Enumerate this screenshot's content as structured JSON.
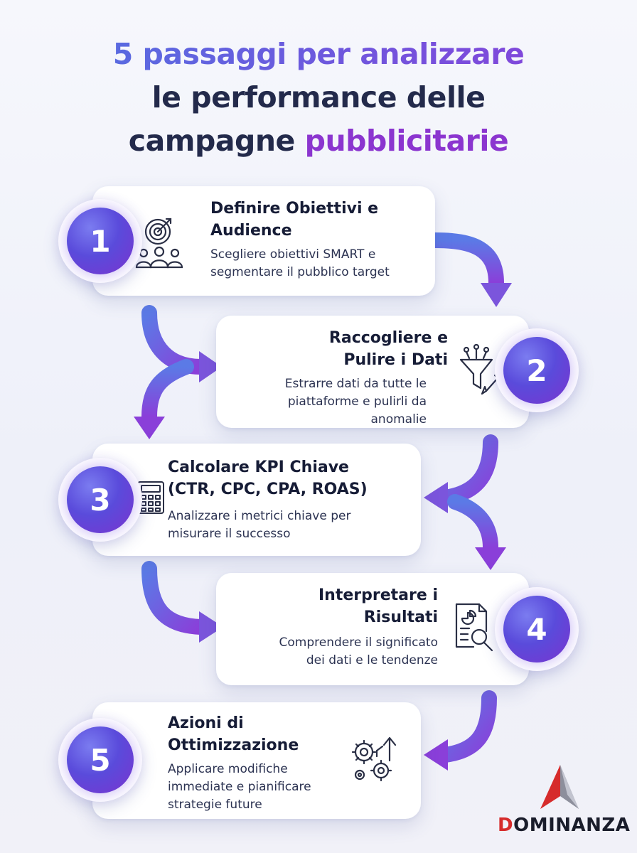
{
  "title": {
    "line1": "5 passaggi per analizzare",
    "line2": "le performance delle",
    "line3_a": "campagne",
    "line3_b": "pubblicitarie"
  },
  "steps": [
    {
      "number": "1",
      "title": "Definire Obiettivi e\nAudience",
      "description": "Scegliere obiettivi SMART e\nsegmentare il pubblico target",
      "icon": "target-audience-icon"
    },
    {
      "number": "2",
      "title": "Raccogliere e\nPulire i Dati",
      "description": "Estrarre dati da tutte le\npiattaforme e pulirli da\nanomalie",
      "icon": "funnel-brush-icon"
    },
    {
      "number": "3",
      "title": "Calcolare KPI Chiave\n(CTR, CPC, CPA, ROAS)",
      "description": "Analizzare i metrici chiave per\nmisurare il successo",
      "icon": "calculator-icon"
    },
    {
      "number": "4",
      "title": "Interpretare i\nRisultati",
      "description": "Comprendere il significato\ndei dati e le tendenze",
      "icon": "report-magnifier-icon"
    },
    {
      "number": "5",
      "title": "Azioni di\nOttimizzazione",
      "description": "Applicare modifiche\nimmediate e pianificare\nstrategie future",
      "icon": "gears-growth-icon"
    }
  ],
  "logo": {
    "first_letter": "D",
    "rest": "OMINANZA",
    "icon": "dominanza-logo-icon"
  },
  "colors": {
    "blue": "#4f73e2",
    "purple": "#8b35cf",
    "dark": "#232a4b",
    "logo_red": "#d62b2b"
  }
}
